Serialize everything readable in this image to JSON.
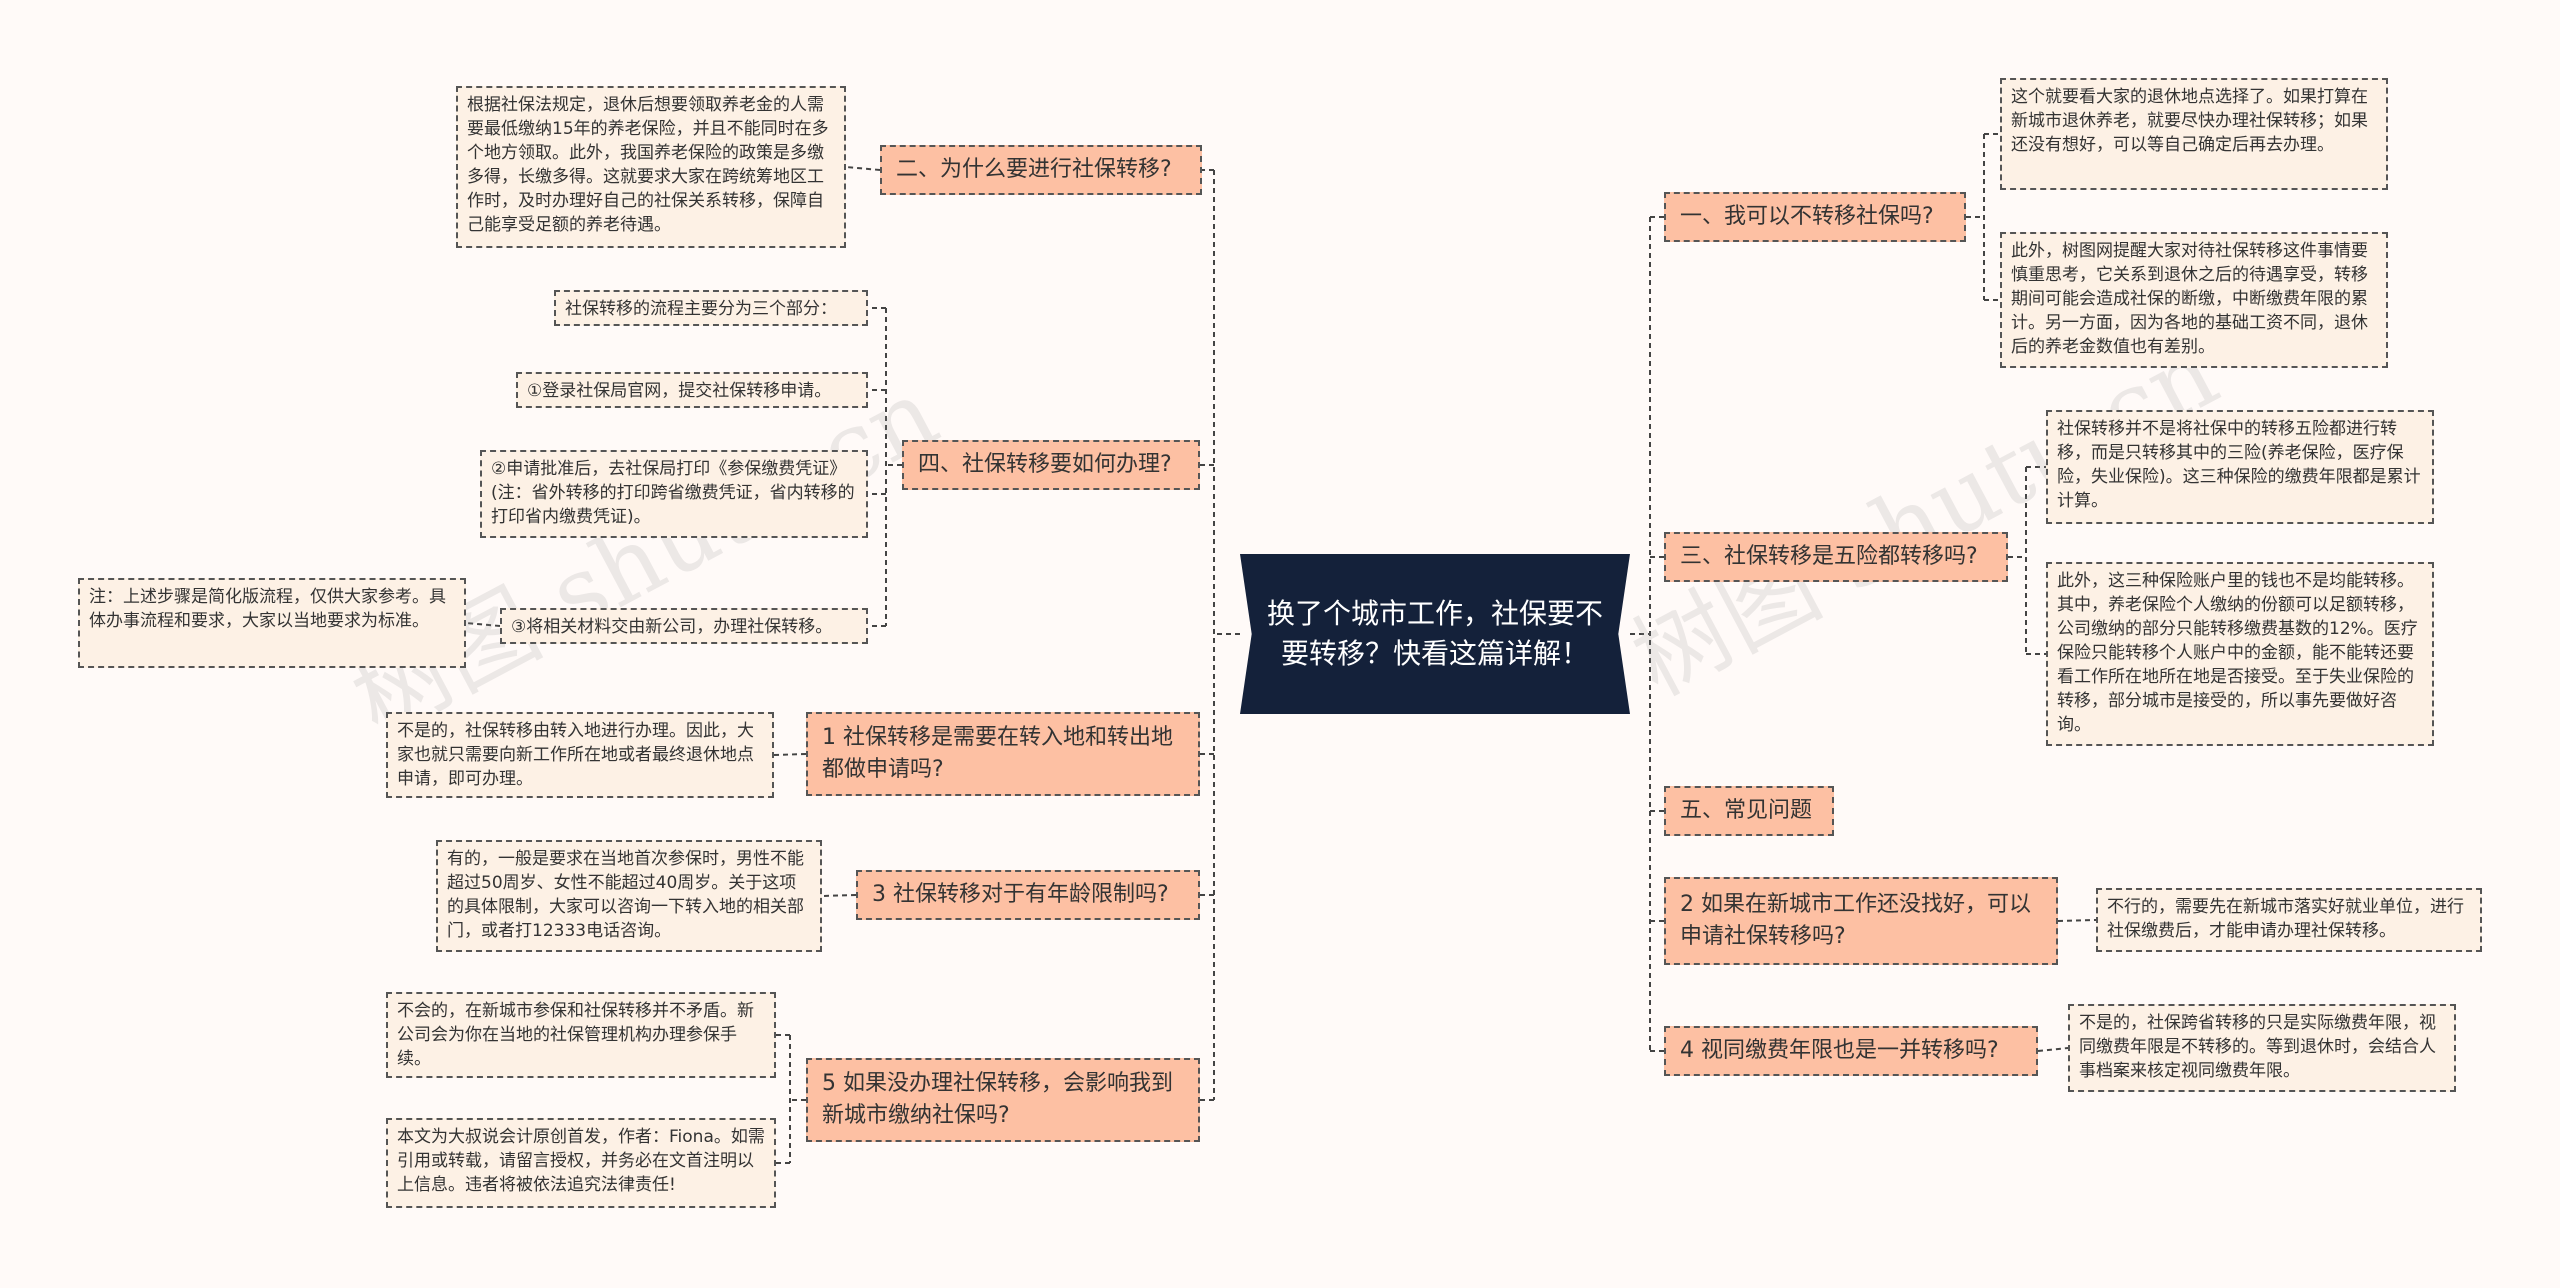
{
  "center": {
    "title": "换了个城市工作，社保要不要转移？快看这篇详解！"
  },
  "watermark": {
    "text": "树图 shutu.cn"
  },
  "left_topics": [
    {
      "label": "二、为什么要进行社保转移?"
    },
    {
      "label": "四、社保转移要如何办理?"
    },
    {
      "label": "1 社保转移是需要在转入地和转出地都做申请吗?"
    },
    {
      "label": "3 社保转移对于有年龄限制吗?"
    },
    {
      "label": "5 如果没办理社保转移，会影响我到新城市缴纳社保吗?"
    }
  ],
  "right_topics": [
    {
      "label": "一、我可以不转移社保吗?"
    },
    {
      "label": "三、社保转移是五险都转移吗?"
    },
    {
      "label": "五、常见问题"
    },
    {
      "label": "2 如果在新城市工作还没找好，可以申请社保转移吗?"
    },
    {
      "label": "4 视同缴费年限也是一并转移吗?"
    }
  ],
  "notes": {
    "why": "根据社保法规定，退休后想要领取养老金的人需要最低缴纳15年的养老保险，并且不能同时在多个地方领取。此外，我国养老保险的政策是多缴多得，长缴多得。这就要求大家在跨统筹地区工作时，及时办理好自己的社保关系转移，保障自己能享受足额的养老待遇。",
    "process_intro": "社保转移的流程主要分为三个部分：",
    "step1": "①登录社保局官网，提交社保转移申请。",
    "step2": "②申请批准后，去社保局打印《参保缴费凭证》(注：省外转移的打印跨省缴费凭证，省内转移的打印省内缴费凭证)。",
    "step3": "③将相关材料交由新公司，办理社保转移。",
    "step_note": "注：上述步骤是简化版流程，仅供大家参考。具体办事流程和要求，大家以当地要求为标准。",
    "q1": "不是的，社保转移由转入地进行办理。因此，大家也就只需要向新工作所在地或者最终退休地点申请，即可办理。",
    "q3": "有的，一般是要求在当地首次参保时，男性不能超过50周岁、女性不能超过40周岁。关于这项的具体限制，大家可以咨询一下转入地的相关部门，或者打12333电话咨询。",
    "q5a": "不会的，在新城市参保和社保转移并不矛盾。新公司会为你在当地的社保管理机构办理参保手续。",
    "q5b": "本文为大叔说会计原创首发，作者：Fiona。如需引用或转载，请留言授权，并务必在文首注明以上信息。违者将被依法追究法律责任!",
    "r1a": "这个就要看大家的退休地点选择了。如果打算在新城市退休养老，就要尽快办理社保转移；如果还没有想好，可以等自己确定后再去办理。",
    "r1b": "此外，树图网提醒大家对待社保转移这件事情要慎重思考，它关系到退休之后的待遇享受，转移期间可能会造成社保的断缴，中断缴费年限的累计。另一方面，因为各地的基础工资不同，退休后的养老金数值也有差别。",
    "r3a": "社保转移并不是将社保中的转移五险都进行转移，而是只转移其中的三险(养老保险，医疗保险，失业保险)。这三种保险的缴费年限都是累计计算。",
    "r3b": "此外，这三种保险账户里的钱也不是均能转移。其中，养老保险个人缴纳的份额可以足额转移，公司缴纳的部分只能转移缴费基数的12%。医疗保险只能转移个人账户中的金额，能不能转还要看工作所在地所在地是否接受。至于失业保险的转移，部分城市是接受的，所以事先要做好咨询。",
    "r2": "不行的，需要先在新城市落实好就业单位，进行社保缴费后，才能申请办理社保转移。",
    "r4": "不是的，社保跨省转移的只是实际缴费年限，视同缴费年限是不转移的。等到退休时，会结合人事档案来核定视同缴费年限。"
  },
  "colors": {
    "center_bg": "#14213a",
    "topic_bg": "#fdc0a3",
    "note_bg": "#fdf1e5",
    "line": "#444444"
  }
}
